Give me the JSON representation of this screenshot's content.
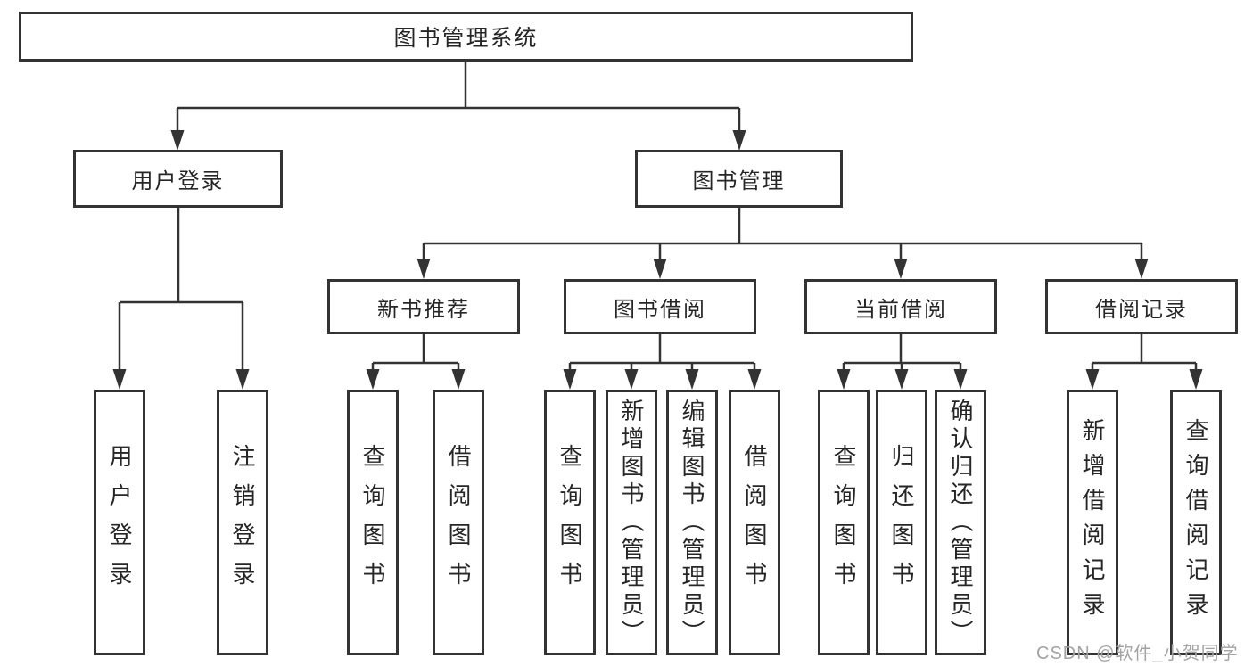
{
  "tree": {
    "root": {
      "label": "图书管理系统"
    },
    "branches": [
      {
        "label": "用户登录",
        "children": [
          {
            "label": "用户登录"
          },
          {
            "label": "注销登录"
          }
        ]
      },
      {
        "label": "图书管理",
        "children": [
          {
            "label": "新书推荐",
            "children": [
              {
                "label": "查询图书"
              },
              {
                "label": "借阅图书"
              }
            ]
          },
          {
            "label": "图书借阅",
            "children": [
              {
                "label": "查询图书"
              },
              {
                "label": "新增图书（管理员）"
              },
              {
                "label": "编辑图书（管理员）"
              },
              {
                "label": "借阅图书"
              }
            ]
          },
          {
            "label": "当前借阅",
            "children": [
              {
                "label": "查询图书"
              },
              {
                "label": "归还图书"
              },
              {
                "label": "确认归还（管理员）"
              }
            ]
          },
          {
            "label": "借阅记录",
            "children": [
              {
                "label": "新增借阅记录"
              },
              {
                "label": "查询借阅记录"
              }
            ]
          }
        ]
      }
    ]
  },
  "watermark": {
    "text": "CSDN @软件_小贺同学"
  },
  "colors": {
    "line": "#333333",
    "border": "#333333",
    "text": "#262626",
    "watermark": "#a3a3a3",
    "background": "#ffffff"
  }
}
